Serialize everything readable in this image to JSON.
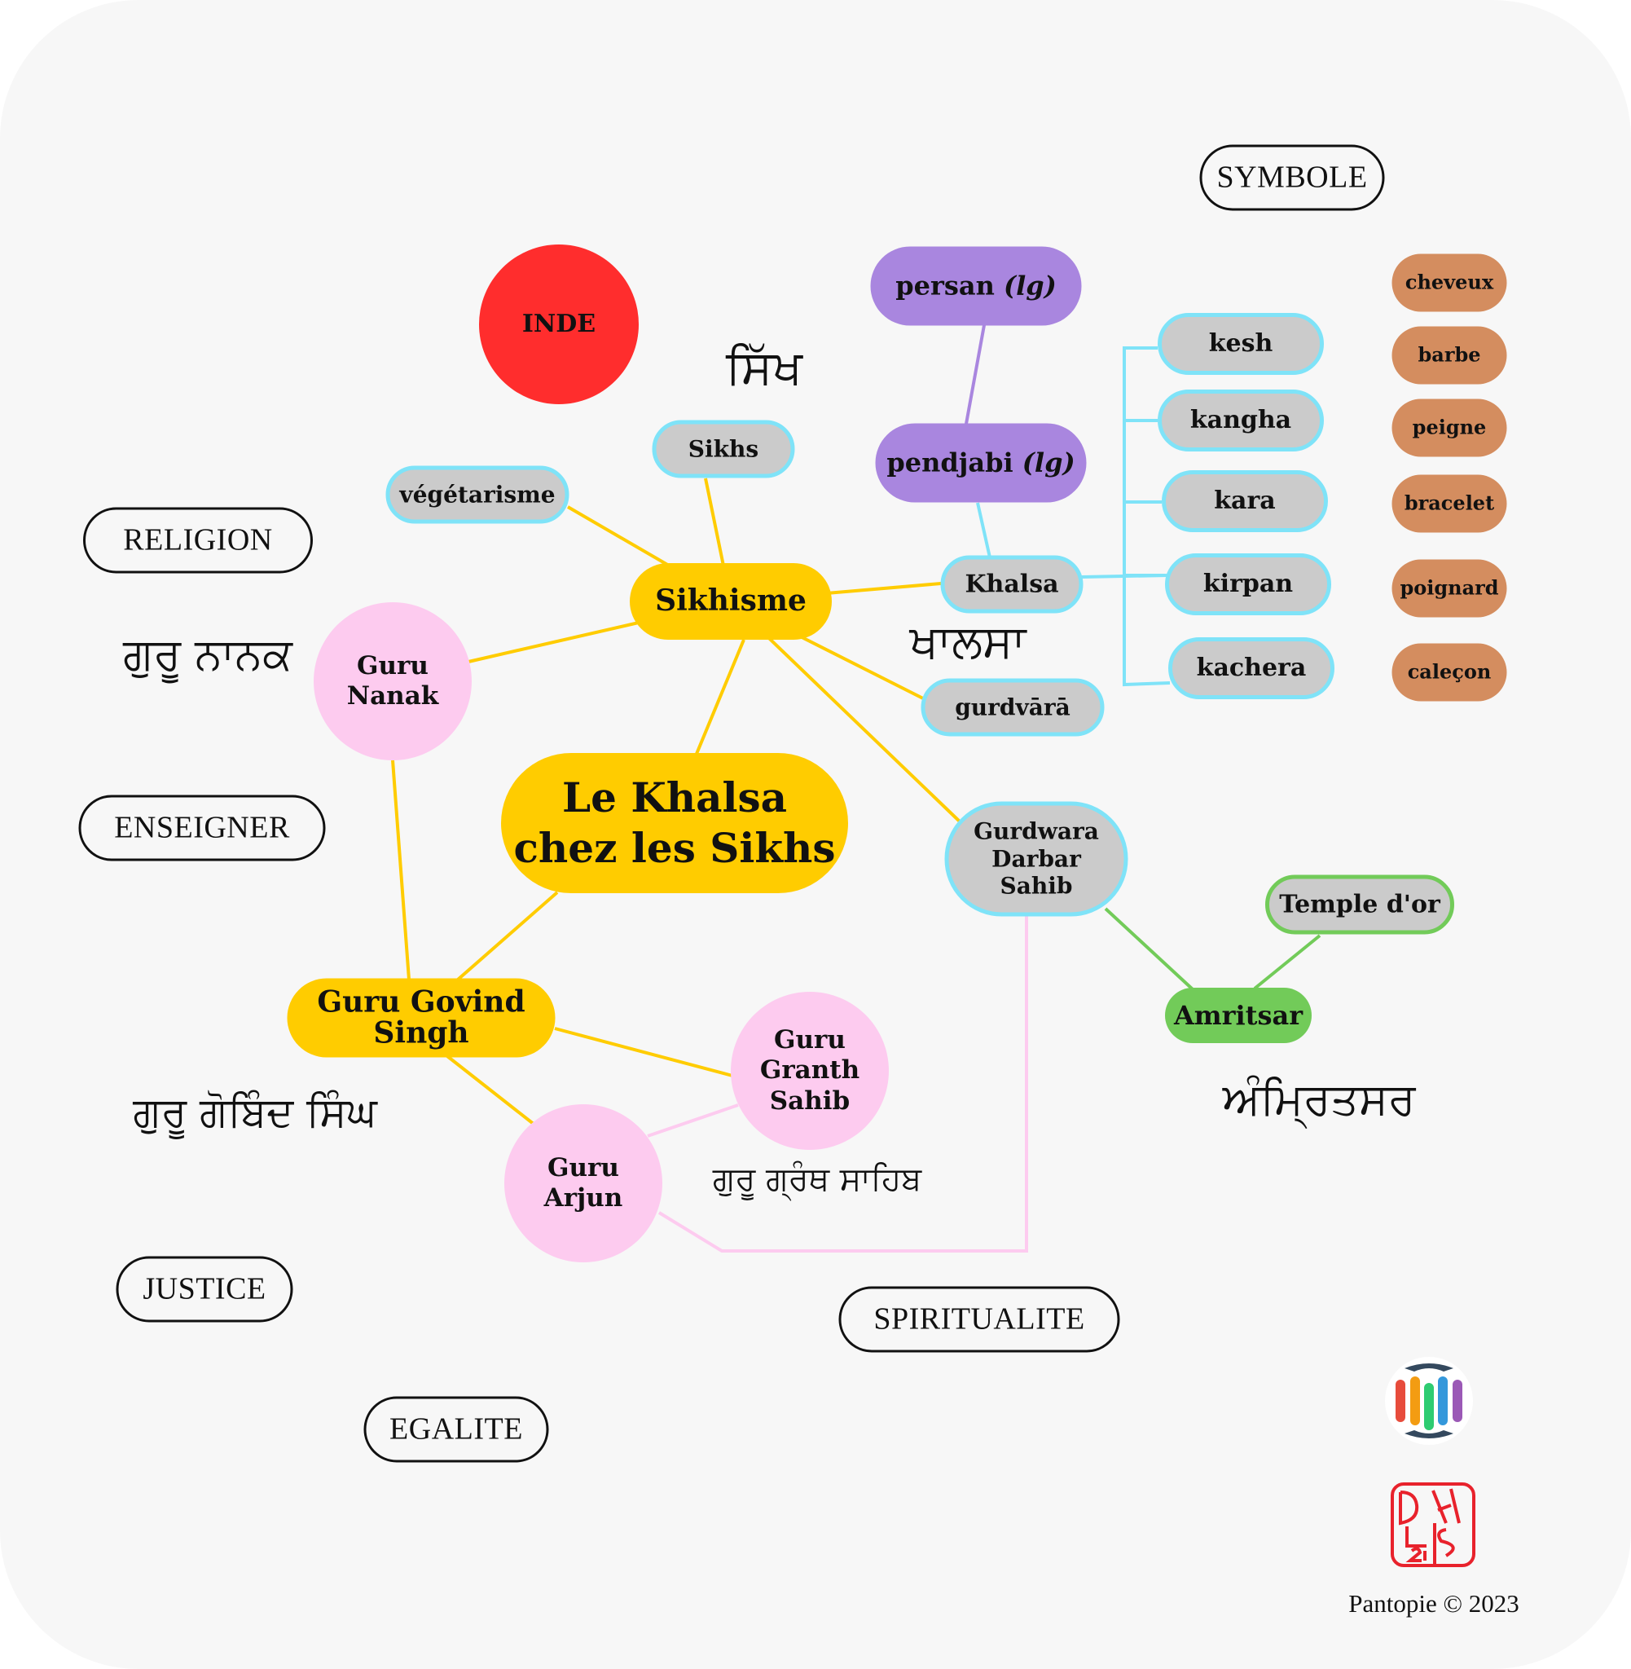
{
  "title": "Le Khalsa chez les Sikhs",
  "colors": {
    "background": "#f7f7f7",
    "gold": "#ffcc00",
    "gray_node": "#cbcbcb",
    "cyan_border": "#7fe3f8",
    "pink": "#fdcbef",
    "purple": "#a986df",
    "brown": "#d48d5f",
    "green": "#72cb59",
    "red": "#ff2d2d"
  },
  "central": {
    "line1": "Le Khalsa",
    "line2": "chez les Sikhs"
  },
  "nodes": {
    "inde": "INDE",
    "sikhs": "Sikhs",
    "vegetarisme": "végétarisme",
    "sikhisme": "Sikhisme",
    "guru_nanak": {
      "line1": "Guru",
      "line2": "Nanak"
    },
    "guru_govind_singh": {
      "line1": "Guru Govind",
      "line2": "Singh"
    },
    "guru_granth_sahib": {
      "line1": "Guru",
      "line2": "Granth",
      "line3": "Sahib"
    },
    "guru_arjun": {
      "line1": "Guru",
      "line2": "Arjun"
    },
    "persan": {
      "text": "persan",
      "suffix": "(lg)"
    },
    "pendjabi": {
      "text": "pendjabi",
      "suffix": "(lg)"
    },
    "khalsa": "Khalsa",
    "gurdvara": "gurdvārā",
    "gurdwara_darbar_sahib": {
      "line1": "Gurdwara",
      "line2": "Darbar",
      "line3": "Sahib"
    },
    "temple_dor": "Temple d'or",
    "amritsar": "Amritsar"
  },
  "five_ks": [
    {
      "punjabi": "kesh",
      "french": "cheveux"
    },
    {
      "punjabi": "kangha",
      "french": "barbe"
    },
    {
      "punjabi": "kara",
      "french": "peigne"
    },
    {
      "punjabi": "kirpan",
      "french": "bracelet"
    },
    {
      "punjabi": "kachera",
      "french": "poignard"
    }
  ],
  "extra_brown": "caleçon",
  "tags": {
    "religion": "RELIGION",
    "enseigner": "ENSEIGNER",
    "justice": "JUSTICE",
    "egalite": "EGALITE",
    "spiritualite": "SPIRITUALITE",
    "symbole": "SYMBOLE"
  },
  "gurmukhi": {
    "sikh": "ਸਿੱਖ",
    "guru_nanak": "ਗੁਰੂ ਨਾਨਕ",
    "khalsa": "ਖਾਲਸਾ",
    "guru_gobind_singh": "ਗੁਰੂ ਗੋਬਿੰਦ ਸਿੰਘ",
    "guru_granth_sahib": "ਗੁਰੂ ਗ੍ਰੰਥ ਸਾਹਿਬ",
    "amritsar": "ਅੰਮ੍ਰਿਤਸਰ"
  },
  "footer": {
    "copyright": "Pantopie © 2023",
    "logo_colors": [
      "#e74c3c",
      "#f39c12",
      "#2ecc71",
      "#3498db",
      "#9b59b6"
    ],
    "logo_dark": "#34495e",
    "stamp_color": "#e8222c",
    "stamp_text": "21"
  }
}
